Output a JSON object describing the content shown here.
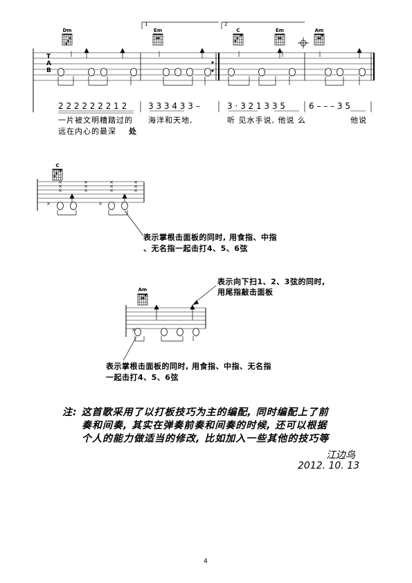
{
  "system1": {
    "chords": [
      "Dm",
      "Em",
      "C",
      "Em",
      "Am"
    ],
    "volta1": "1",
    "volta2": "2",
    "tab_letters": [
      "T",
      "A",
      "B"
    ],
    "numbers": [
      "2 2 2 2 2 2 2 1 2",
      "3 3 3 4 3  3  –",
      "3 · 3 2 1 3  3 5",
      "6  –  –  –  3 5"
    ],
    "lyrics_line1": [
      "一片被文明糟踏过的",
      "海洋和天地,",
      "听 见水手说, 他说 么",
      "他说"
    ],
    "lyrics_line2": [
      "远在内心的最深",
      "处"
    ]
  },
  "example1": {
    "chord": "C",
    "annotation_line1": "表示掌根击面板的同时, 用食指、中指",
    "annotation_line2": "、无名指一起击打4、5、6弦"
  },
  "example2": {
    "chord": "Am",
    "top_annotation_line1": "表示向下扫1、2、3弦的同时,",
    "top_annotation_line2": "用尾指敲击面板",
    "bottom_annotation_line1": "表示掌根击面板的同时, 用食指、中指、无名指",
    "bottom_annotation_line2": "一起击打4、5、6弦"
  },
  "footnote": {
    "line1": "注: 这首歌采用了以打板技巧为主的编配, 同时编配上了前",
    "line2": "奏和间奏, 其实在弹奏前奏和间奏的时候, 还可以根据",
    "line3": "个人的能力做适当的修改, 比如加入一些其他的技巧等"
  },
  "signature": {
    "author": "江边鸟",
    "date": "2012. 10. 13"
  },
  "page_number": "4"
}
